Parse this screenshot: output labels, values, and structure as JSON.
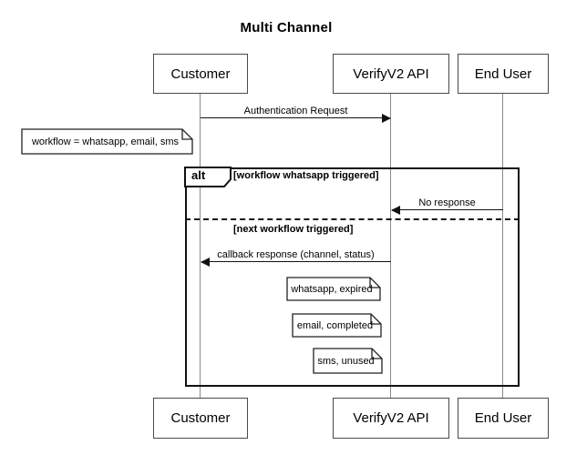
{
  "title": "Multi Channel",
  "participants": [
    {
      "name": "Customer"
    },
    {
      "name": "VerifyV2 API"
    },
    {
      "name": "End User"
    }
  ],
  "messages": [
    {
      "label": "Authentication Request",
      "from": "Customer",
      "to": "VerifyV2 API"
    },
    {
      "label": "No response",
      "from": "End User",
      "to": "VerifyV2 API"
    },
    {
      "label": "callback response (channel, status)",
      "from": "VerifyV2 API",
      "to": "Customer"
    }
  ],
  "alt_fragment": {
    "operator": "alt",
    "conditions": [
      "[workflow whatsapp triggered]",
      "[next workflow triggered]"
    ]
  },
  "notes": [
    {
      "text": "workflow = whatsapp, email, sms"
    },
    {
      "text": "whatsapp, expired"
    },
    {
      "text": "email, completed"
    },
    {
      "text": "sms, unused"
    }
  ],
  "colors": {
    "background": "#ffffff",
    "participant_border": "#4a4a4a",
    "fragment_border": "#111111",
    "lifeline": "#8a8a8a",
    "text": "#000000"
  }
}
